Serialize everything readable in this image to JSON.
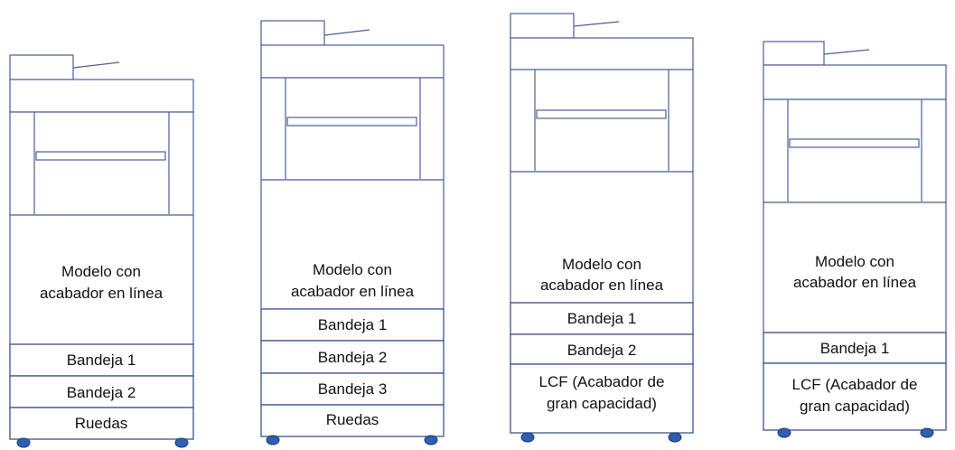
{
  "colors": {
    "outline": "#4a5f93",
    "wheel": "#2f5fae",
    "text": "#111111"
  },
  "models": [
    {
      "main_label": [
        "Modelo con",
        "acabador en línea"
      ],
      "drawers": [
        "Bandeja 1",
        "Bandeja 2",
        "Ruedas"
      ]
    },
    {
      "main_label": [
        "Modelo con",
        "acabador en línea"
      ],
      "drawers": [
        "Bandeja 1",
        "Bandeja 2",
        "Bandeja 3",
        "Ruedas"
      ]
    },
    {
      "main_label": [
        "Modelo con",
        "acabador en línea"
      ],
      "drawers": [
        "Bandeja 1",
        "Bandeja 2"
      ],
      "lcf": [
        "LCF (Acabador de",
        "gran capacidad)"
      ]
    },
    {
      "main_label": [
        "Modelo con",
        "acabador en línea"
      ],
      "drawers": [
        "Bandeja 1"
      ],
      "lcf": [
        "LCF (Acabador de",
        "gran capacidad)"
      ]
    }
  ]
}
